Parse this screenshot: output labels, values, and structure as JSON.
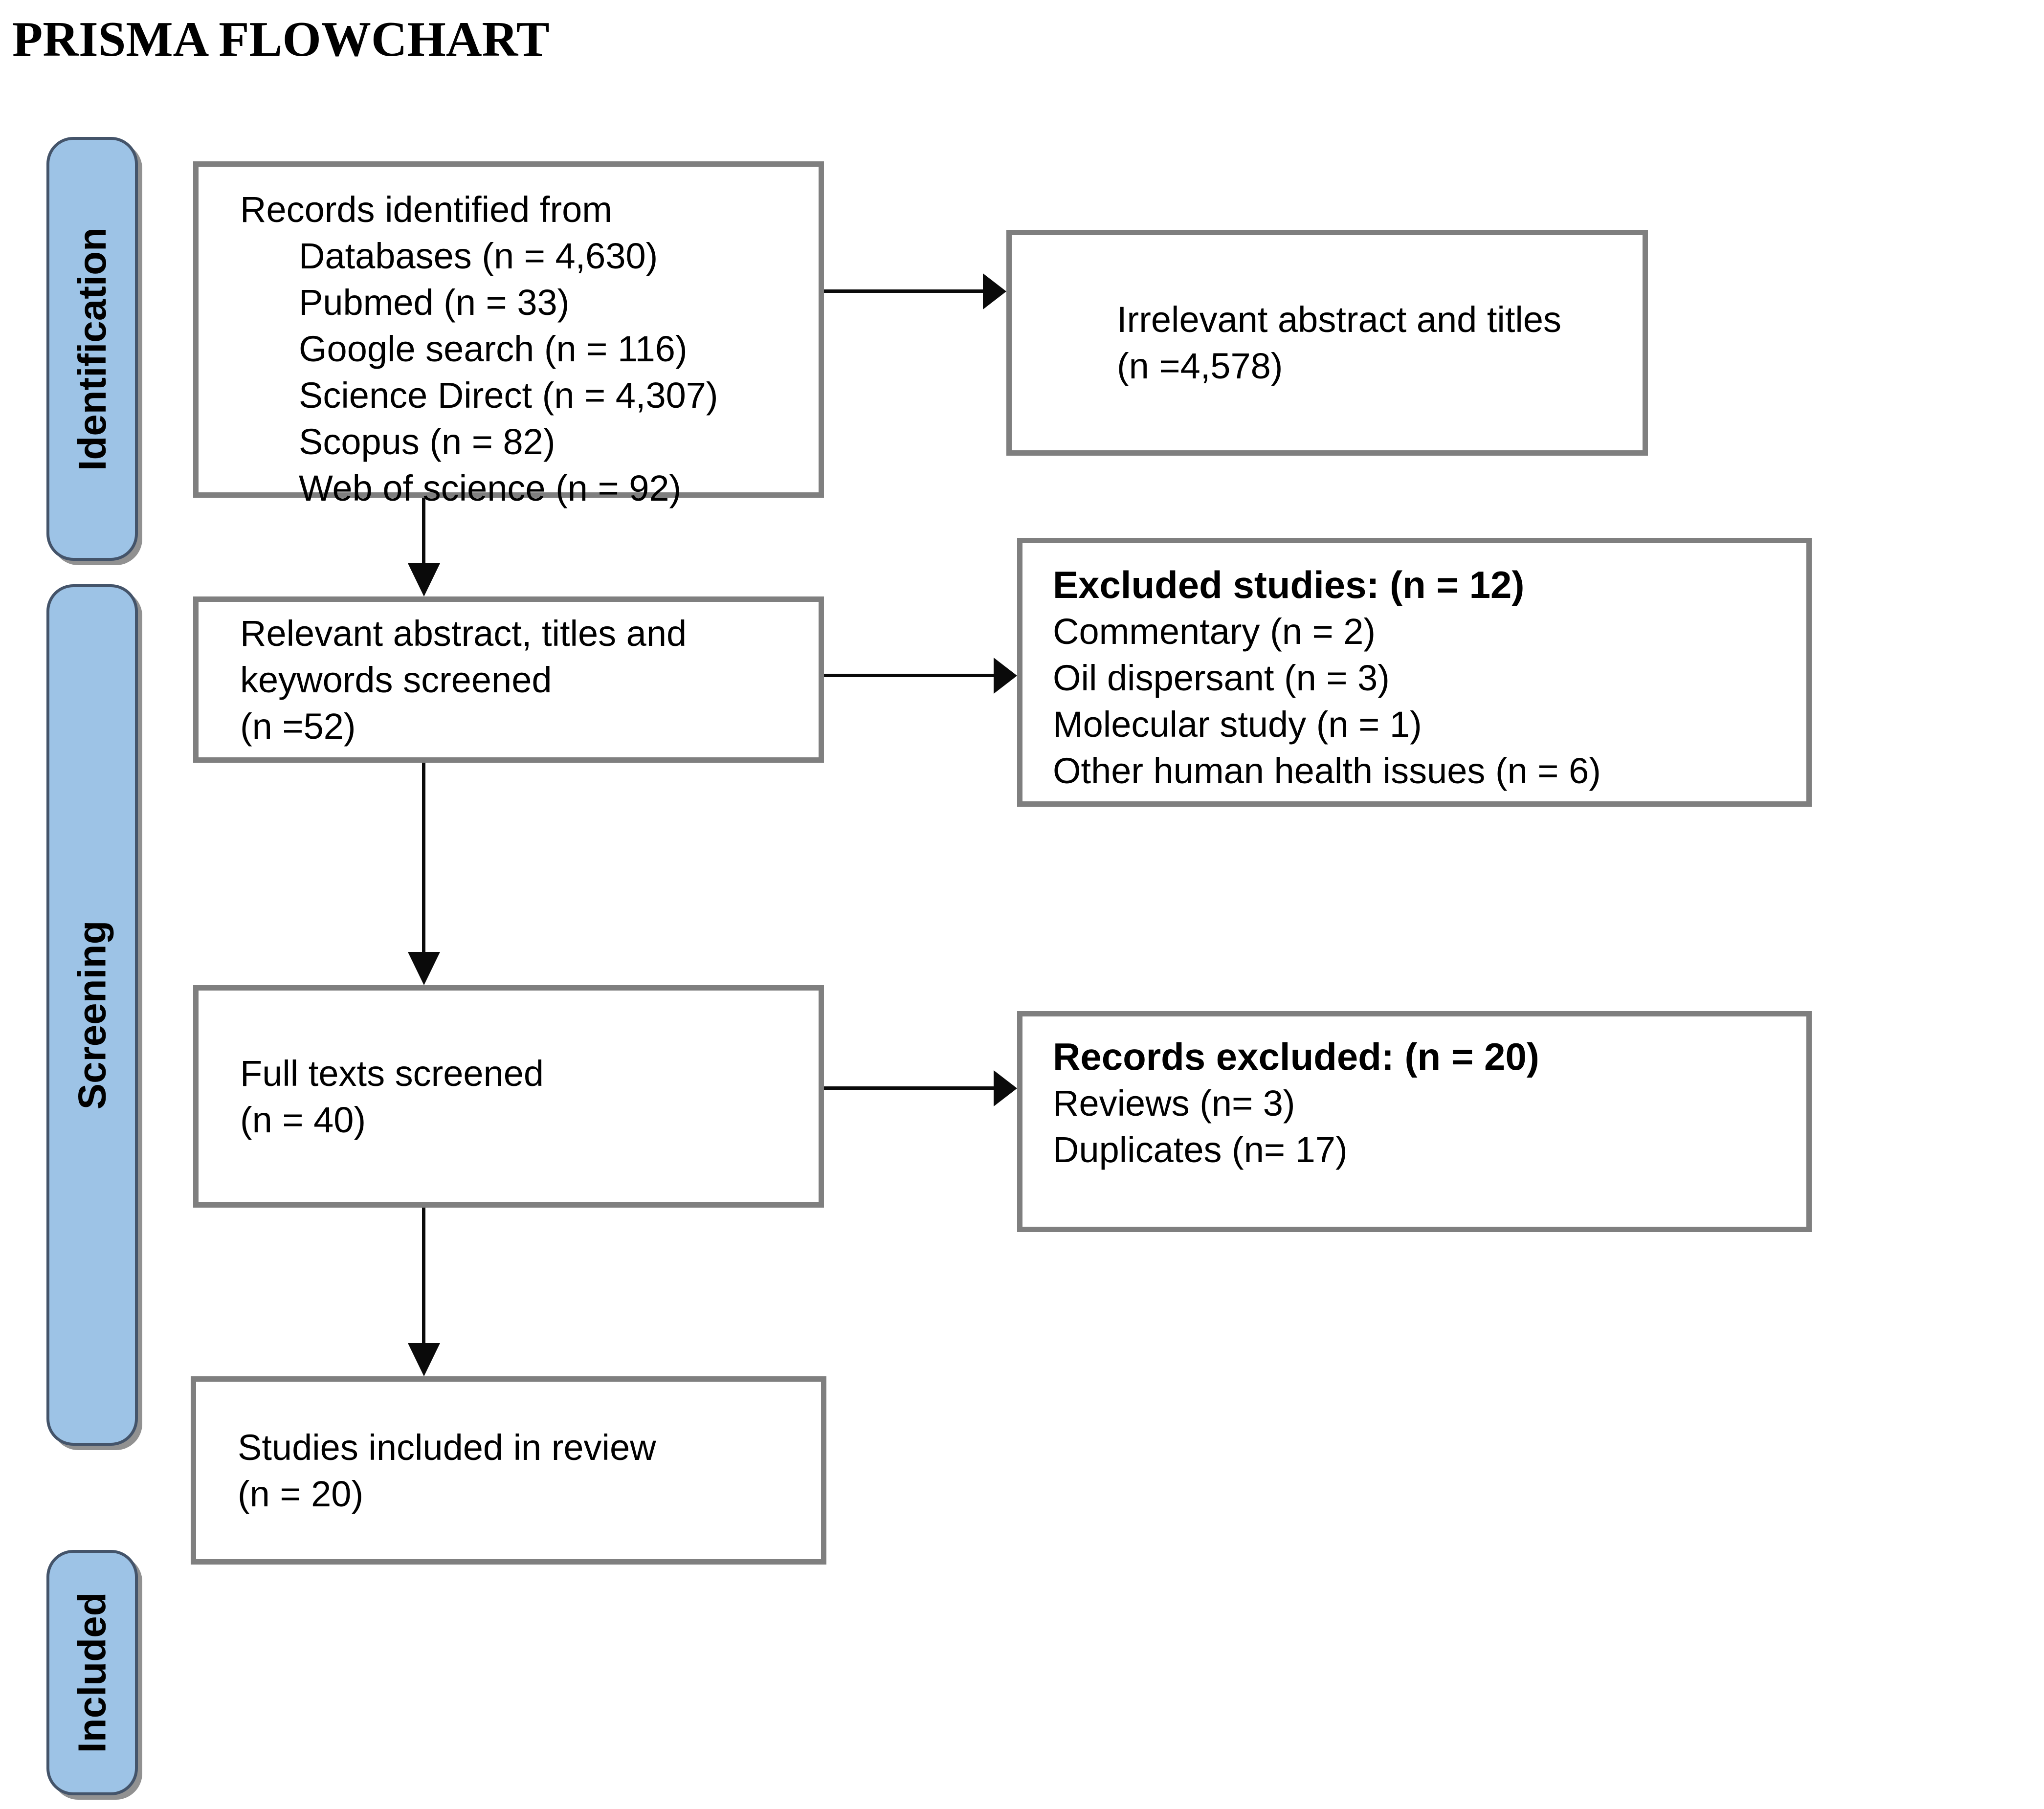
{
  "title": "PRISMA FLOWCHART",
  "stages": {
    "identification": "Identification",
    "screening": "Screening",
    "included": "Included"
  },
  "boxes": {
    "records_identified": {
      "intro": "Records identified from",
      "sources": [
        "Databases (n = 4,630)",
        "Pubmed (n = 33)",
        "Google search (n = 116)",
        "Science Direct (n = 4,307)",
        "Scopus (n = 82)",
        "Web of science (n = 92)"
      ]
    },
    "irrelevant": {
      "lines": [
        "Irrelevant abstract and titles",
        "(n =4,578)"
      ]
    },
    "relevant_screened": {
      "lines": [
        "Relevant abstract, titles and",
        "keywords screened",
        "(n =52)"
      ]
    },
    "excluded_studies": {
      "heading": "Excluded studies: (n = 12)",
      "items": [
        "Commentary (n = 2)",
        "Oil dispersant (n = 3)",
        "Molecular study (n = 1)",
        "Other human health issues (n = 6)"
      ]
    },
    "full_texts": {
      "lines": [
        "Full texts screened",
        "(n = 40)"
      ]
    },
    "records_excluded": {
      "heading": "Records excluded: (n = 20)",
      "items": [
        "Reviews (n= 3)",
        "Duplicates (n= 17)"
      ]
    },
    "included_studies": {
      "lines": [
        "Studies included in review",
        "(n = 20)"
      ]
    }
  },
  "colors": {
    "stage_fill": "#9DC3E6",
    "stage_border": "#44546A",
    "stage_shadow": "#919191",
    "box_border": "#7f7f7f",
    "arrow": "#0a0a0a",
    "text": "#000000",
    "background": "#ffffff"
  }
}
